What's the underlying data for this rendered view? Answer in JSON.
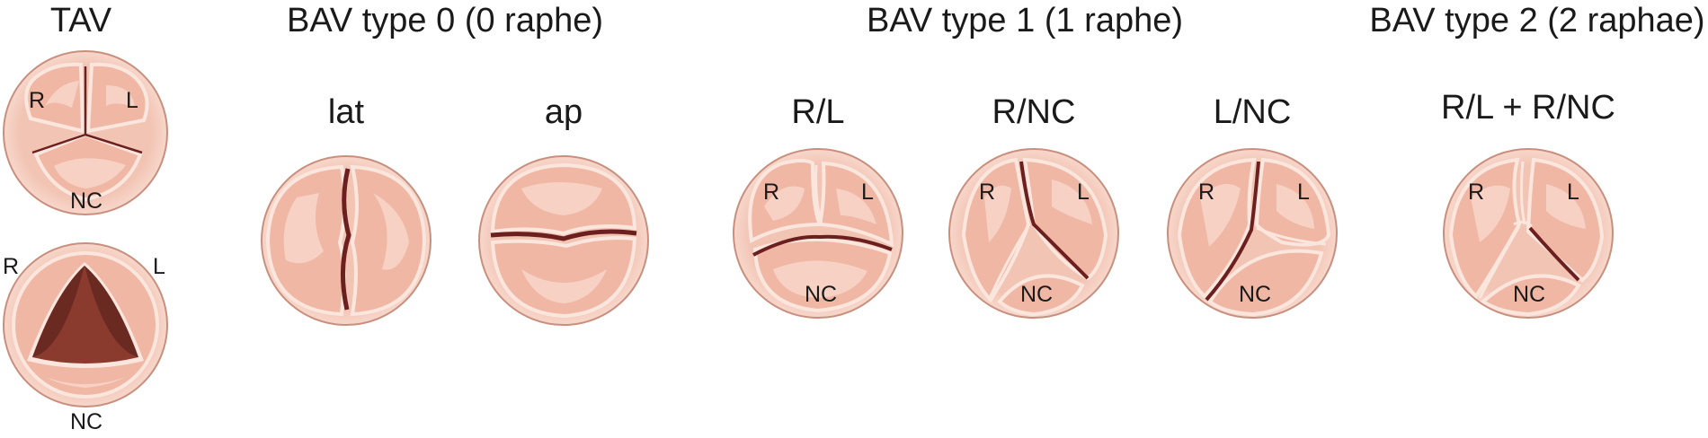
{
  "headers": {
    "tav": "TAV",
    "type0": "BAV type 0 (0 raphe)",
    "type1": "BAV type 1 (1 raphe)",
    "type2": "BAV type 2 (2 raphae)"
  },
  "subtypes": {
    "lat": "lat",
    "ap": "ap",
    "rl": "R/L",
    "rnc": "R/NC",
    "lnc": "L/NC",
    "rl_rnc": "R/L + R/NC"
  },
  "cusps": {
    "r": "R",
    "l": "L",
    "nc": "NC"
  },
  "colors": {
    "rim": "#f3c9bb",
    "rim_stroke": "#c98f7e",
    "leaflet": "#f0b7a5",
    "leaflet_light": "#f6d1c4",
    "leaflet_edge": "#fbe6dd",
    "raphe": "#6b1f1f",
    "orifice": "#8b3a2e",
    "orifice_dark": "#6a2a22"
  }
}
